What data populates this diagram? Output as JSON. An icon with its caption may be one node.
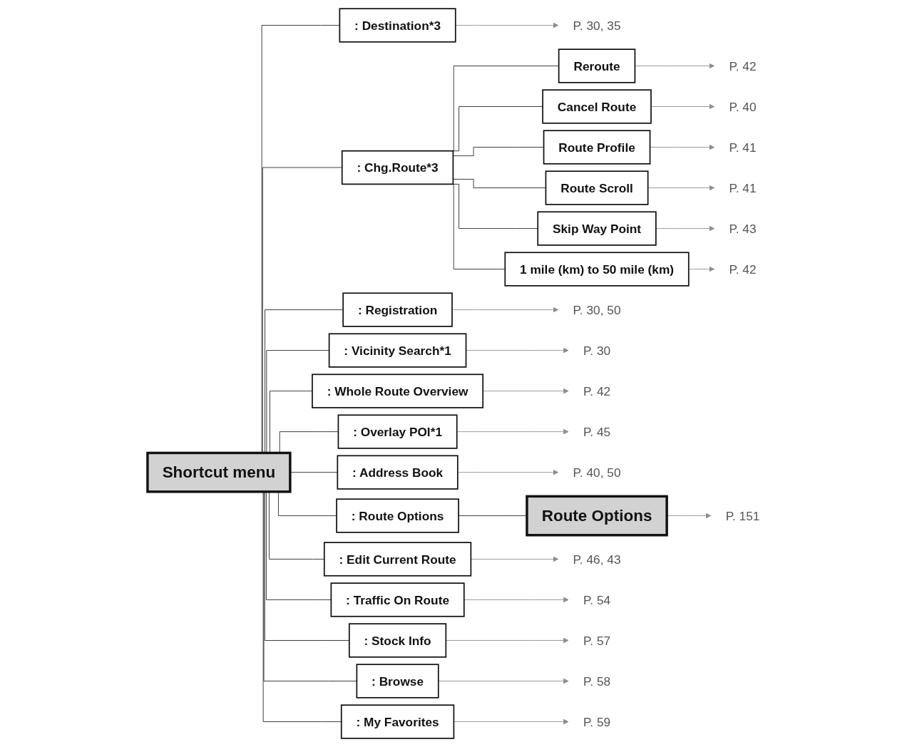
{
  "diagram": {
    "nodes": [
      {
        "text": [
          "Shortcut menu"
        ]
      },
      {
        "text": [
          ": Destination*3"
        ]
      },
      {
        "text": [
          ": Chg.Route*3"
        ]
      },
      {
        "text": [
          ": Registration"
        ]
      },
      {
        "text": [
          ": Vicinity Search*1"
        ]
      },
      {
        "text": [
          ": Whole Route Overview"
        ]
      },
      {
        "text": [
          ": Overlay POI*1"
        ]
      },
      {
        "text": [
          ": Address Book"
        ]
      },
      {
        "text": [
          ": Route Options"
        ]
      },
      {
        "text": [
          ": Edit Current Route"
        ]
      },
      {
        "text": [
          ": Traffic On Route"
        ]
      },
      {
        "text": [
          ": Stock Info"
        ]
      },
      {
        "text": [
          ": Browse"
        ]
      },
      {
        "text": [
          ": My Favorites"
        ]
      },
      {
        "text": [
          "Reroute"
        ]
      },
      {
        "text": [
          "Cancel Route"
        ]
      },
      {
        "text": [
          "Route Profile"
        ]
      },
      {
        "text": [
          "Route Scroll"
        ]
      },
      {
        "text": [
          "Skip Way Point"
        ]
      },
      {
        "text": [
          "1 mile (km) to 50 mile (km)"
        ]
      },
      {
        "text": [
          "Route Options"
        ]
      },
      {
        "text": [
          "P. 30, 35"
        ]
      },
      {
        "text": [
          "P. 30, 50"
        ]
      },
      {
        "text": [
          "P. 30"
        ]
      },
      {
        "text": [
          "P. 42"
        ]
      },
      {
        "text": [
          "P. 45"
        ]
      },
      {
        "text": [
          "P. 40, 50"
        ]
      },
      {
        "text": [
          "P. 46, 43"
        ]
      },
      {
        "text": [
          "P. 54"
        ]
      },
      {
        "text": [
          "P. 57"
        ]
      },
      {
        "text": [
          "P. 58"
        ]
      },
      {
        "text": [
          "P. 59"
        ]
      },
      {
        "text": [
          "P. 42"
        ]
      },
      {
        "text": [
          "P. 40"
        ]
      },
      {
        "text": [
          "P. 41"
        ]
      },
      {
        "text": [
          "P. 41"
        ]
      },
      {
        "text": [
          "P. 43"
        ]
      },
      {
        "text": [
          "P. 42"
        ]
      },
      {
        "text": [
          "P. 151"
        ]
      }
    ],
    "edges": [
      {
        "from": 0,
        "to": 1,
        "arrow": "none"
      },
      {
        "from": 0,
        "to": 2,
        "arrow": "none"
      },
      {
        "from": 0,
        "to": 3,
        "arrow": "none"
      },
      {
        "from": 0,
        "to": 4,
        "arrow": "none"
      },
      {
        "from": 0,
        "to": 5,
        "arrow": "none"
      },
      {
        "from": 0,
        "to": 6,
        "arrow": "none"
      },
      {
        "from": 0,
        "to": 7,
        "arrow": "none"
      },
      {
        "from": 0,
        "to": 8,
        "arrow": "none"
      },
      {
        "from": 0,
        "to": 9,
        "arrow": "none"
      },
      {
        "from": 0,
        "to": 10,
        "arrow": "none"
      },
      {
        "from": 0,
        "to": 11,
        "arrow": "none"
      },
      {
        "from": 0,
        "to": 12,
        "arrow": "none"
      },
      {
        "from": 0,
        "to": 13,
        "arrow": "none"
      },
      {
        "from": 2,
        "to": 14,
        "arrow": "none"
      },
      {
        "from": 2,
        "to": 15,
        "arrow": "none"
      },
      {
        "from": 2,
        "to": 16,
        "arrow": "none"
      },
      {
        "from": 2,
        "to": 17,
        "arrow": "none"
      },
      {
        "from": 2,
        "to": 18,
        "arrow": "none"
      },
      {
        "from": 2,
        "to": 19,
        "arrow": "none"
      },
      {
        "from": 8,
        "to": 20,
        "arrow": "none"
      },
      {
        "from": 1,
        "to": 21,
        "arrow": "to",
        "color": "#8c8c8c"
      },
      {
        "from": 3,
        "to": 22,
        "arrow": "to",
        "color": "#8c8c8c"
      },
      {
        "from": 4,
        "to": 23,
        "arrow": "to",
        "color": "#8c8c8c"
      },
      {
        "from": 5,
        "to": 24,
        "arrow": "to",
        "color": "#8c8c8c"
      },
      {
        "from": 6,
        "to": 25,
        "arrow": "to",
        "color": "#8c8c8c"
      },
      {
        "from": 7,
        "to": 26,
        "arrow": "to",
        "color": "#8c8c8c"
      },
      {
        "from": 9,
        "to": 27,
        "arrow": "to",
        "color": "#8c8c8c"
      },
      {
        "from": 10,
        "to": 28,
        "arrow": "to",
        "color": "#8c8c8c"
      },
      {
        "from": 11,
        "to": 29,
        "arrow": "to",
        "color": "#8c8c8c"
      },
      {
        "from": 12,
        "to": 30,
        "arrow": "to",
        "color": "#8c8c8c"
      },
      {
        "from": 13,
        "to": 31,
        "arrow": "to",
        "color": "#8c8c8c"
      },
      {
        "from": 14,
        "to": 32,
        "arrow": "to",
        "color": "#8c8c8c"
      },
      {
        "from": 15,
        "to": 33,
        "arrow": "to",
        "color": "#8c8c8c"
      },
      {
        "from": 16,
        "to": 34,
        "arrow": "to",
        "color": "#8c8c8c"
      },
      {
        "from": 17,
        "to": 35,
        "arrow": "to",
        "color": "#8c8c8c"
      },
      {
        "from": 18,
        "to": 36,
        "arrow": "to",
        "color": "#8c8c8c"
      },
      {
        "from": 19,
        "to": 37,
        "arrow": "to",
        "color": "#8c8c8c"
      },
      {
        "from": 20,
        "to": 38,
        "arrow": "to",
        "color": "#8c8c8c"
      }
    ]
  }
}
